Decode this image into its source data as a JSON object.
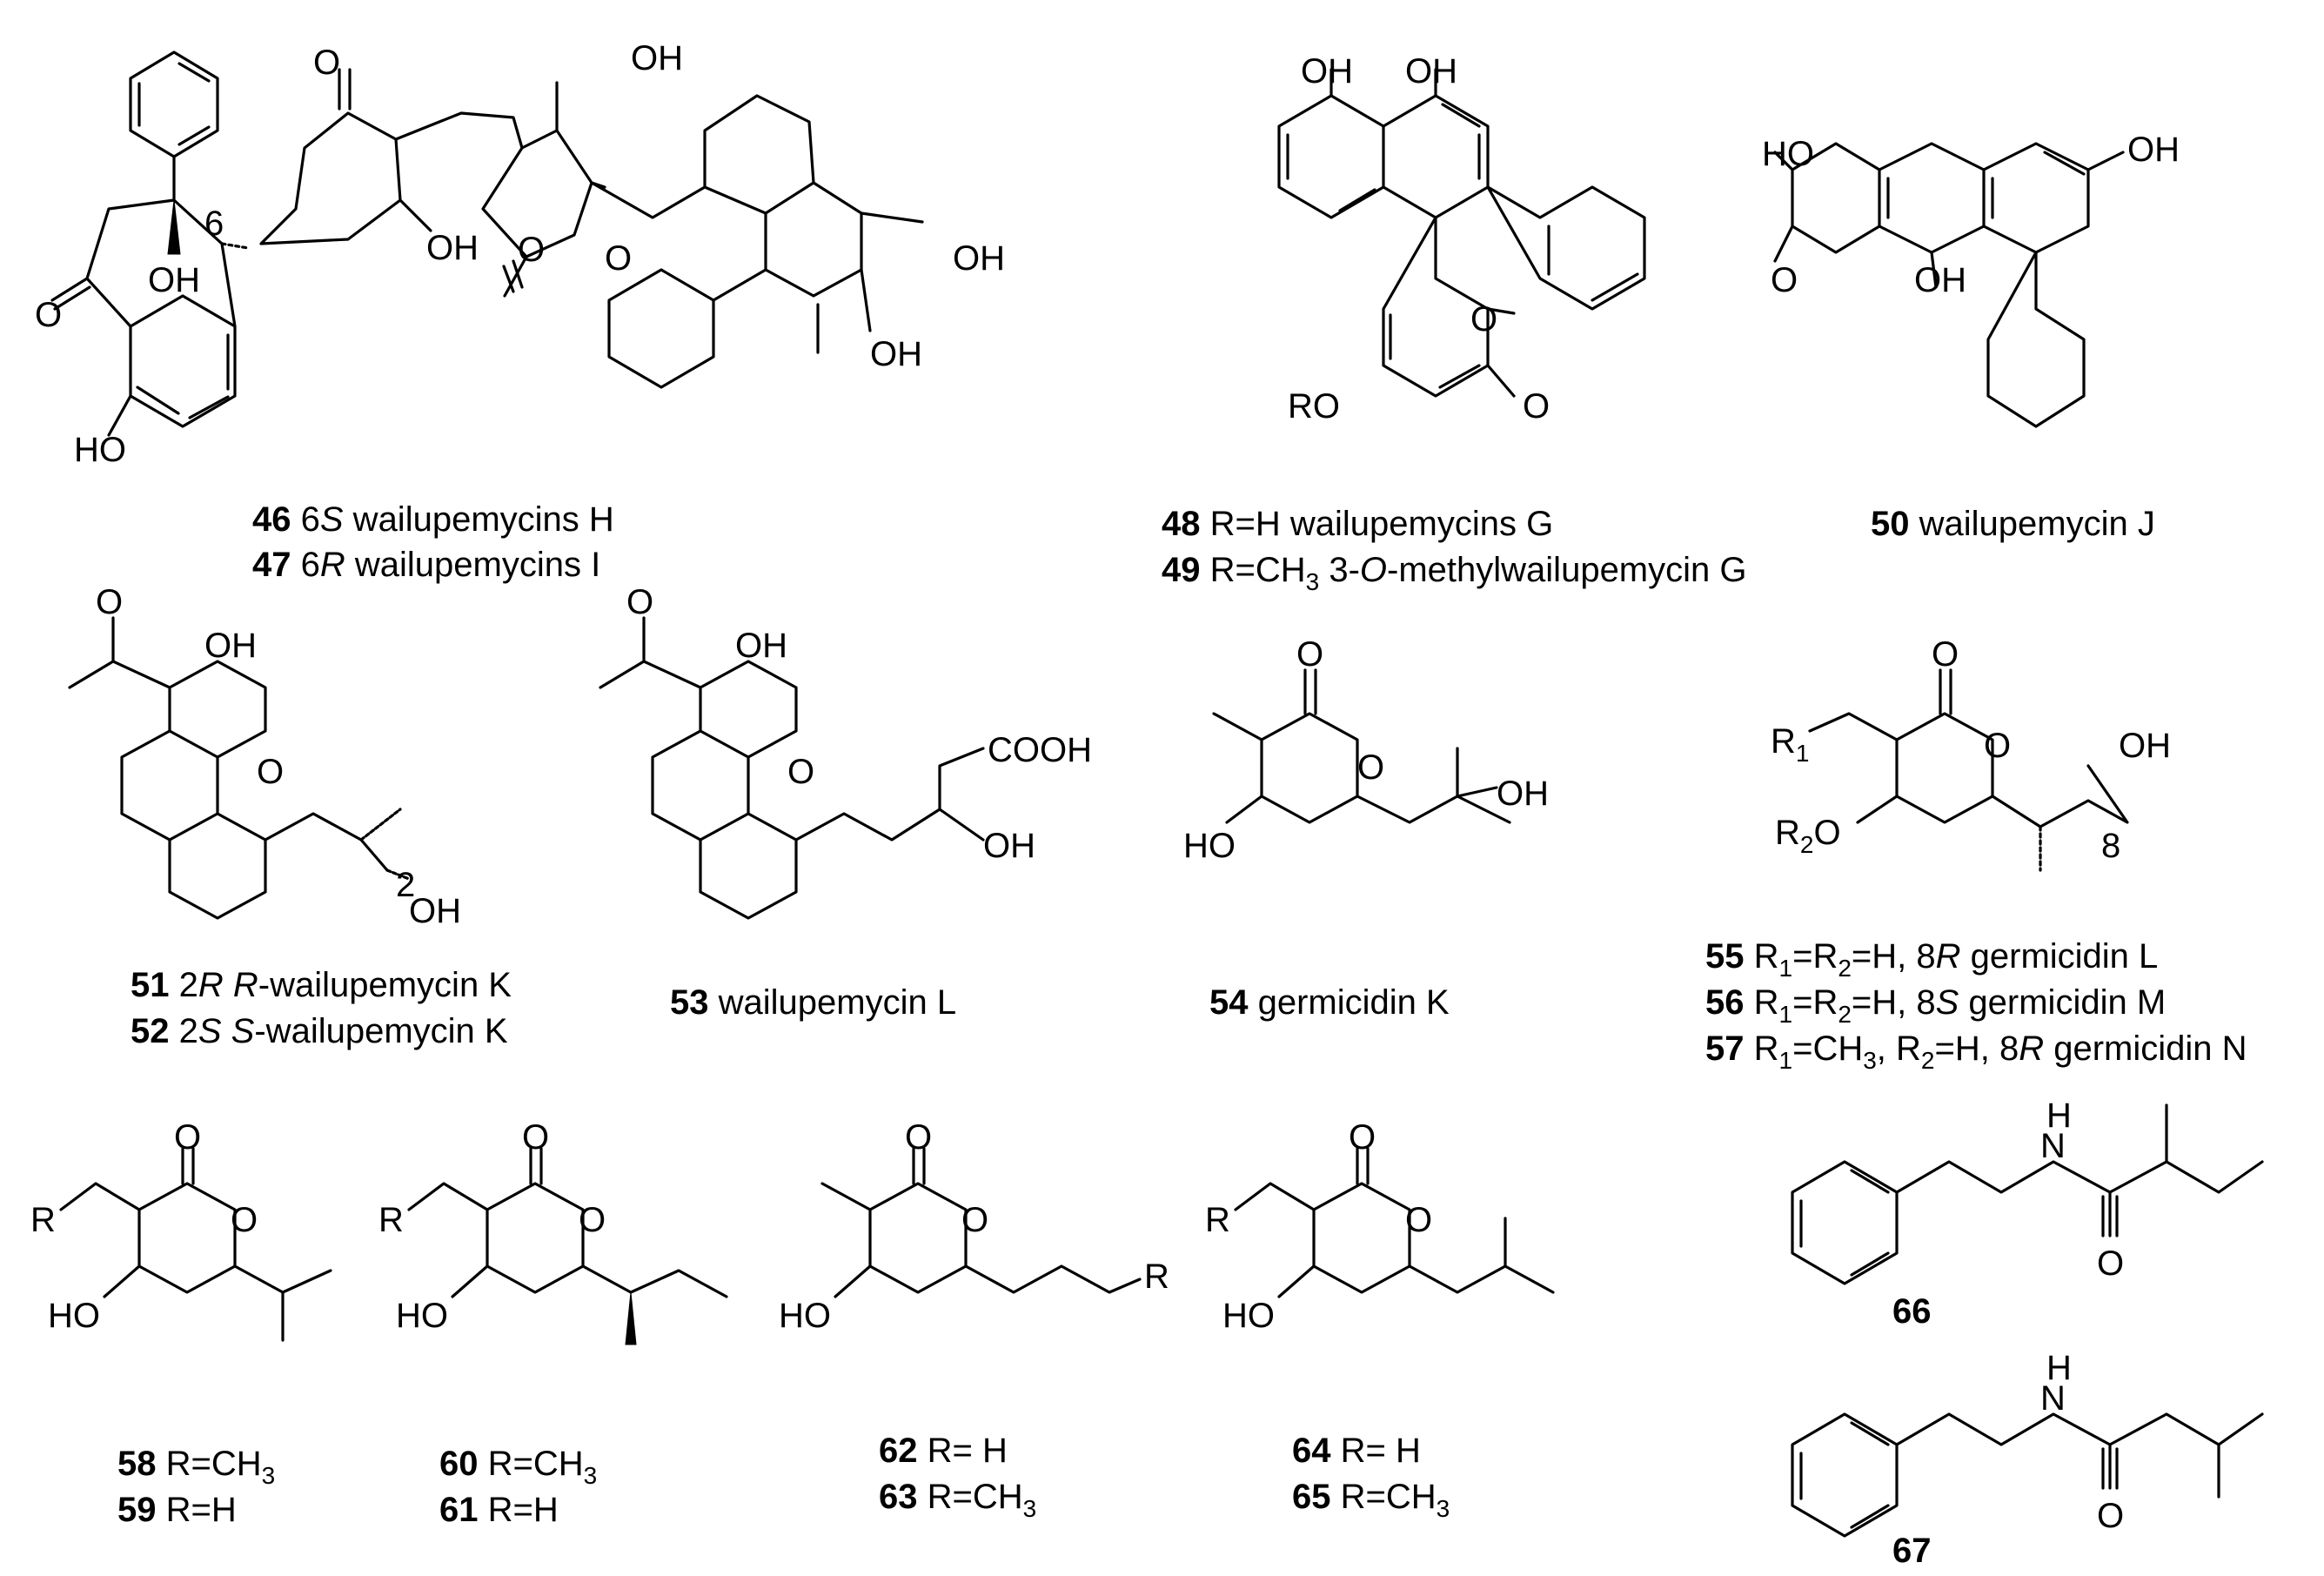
{
  "atoms": {
    "o": "O",
    "oh": "OH",
    "ho": "HO",
    "ro": "RO",
    "cooh": "COOH",
    "r": "R",
    "r1": "R",
    "r2": "R",
    "one": "1",
    "two": "2",
    "six": "6",
    "eight": "8",
    "n2": "2",
    "h": "H"
  },
  "captions": {
    "c46": {
      "num": "46",
      "pre": "6",
      "it": "S",
      "txt": "  wailupemycins H"
    },
    "c47": {
      "num": "47",
      "pre": "6",
      "it": "R",
      "txt": "  wailupemycins I"
    },
    "c48": {
      "num": "48",
      "txt": " R=H   wailupemycins G"
    },
    "c49": {
      "num": "49",
      "txt": " R=CH",
      "sub": "3",
      "txt2": " 3-",
      "it": "O",
      "txt3": "-methylwailupemycin G"
    },
    "c50": {
      "num": "50",
      "txt": " wailupemycin J"
    },
    "c51": {
      "num": "51",
      "pre": " 2",
      "it": "R",
      "txt": "  ",
      "it2": "R",
      "txt2": "-wailupemycin K"
    },
    "c52": {
      "num": "52",
      "pre": " 2",
      "it": "S",
      "txt": "  ",
      "it2": "S",
      "txt2": "-wailupemycin K"
    },
    "c53": {
      "num": "53",
      "txt": " wailupemycin L"
    },
    "c54": {
      "num": "54",
      "txt": " germicidin K"
    },
    "c55": {
      "num": "55",
      "a": " R",
      "s1": "1",
      "b": "=R",
      "s2": "2",
      "c": "=H, 8",
      "it": "R",
      "d": "  germicidin L"
    },
    "c56": {
      "num": "56",
      "a": " R",
      "s1": "1",
      "b": "=R",
      "s2": "2",
      "c": "=H, 8",
      "it": "S",
      "d": "  germicidin M"
    },
    "c57": {
      "num": "57",
      "a": " R",
      "s1": "1",
      "b": "=CH",
      "s2": "3",
      "c": ", R",
      "s3": "2",
      "d": "=H, 8",
      "it": "R",
      "e": "  germicidin N"
    },
    "c58": {
      "num": "58",
      "txt": " R=CH",
      "sub": "3"
    },
    "c59": {
      "num": "59",
      "txt": " R=H"
    },
    "c60": {
      "num": "60",
      "txt": " R=CH",
      "sub": "3"
    },
    "c61": {
      "num": "61",
      "txt": " R=H"
    },
    "c62": {
      "num": "62",
      "txt": " R= H"
    },
    "c63": {
      "num": "63",
      "txt": " R=CH",
      "sub": "3"
    },
    "c64": {
      "num": "64",
      "txt": " R= H"
    },
    "c65": {
      "num": "65",
      "txt": " R=CH",
      "sub": "3"
    },
    "c66": {
      "num": "66"
    },
    "c67": {
      "num": "67"
    }
  }
}
